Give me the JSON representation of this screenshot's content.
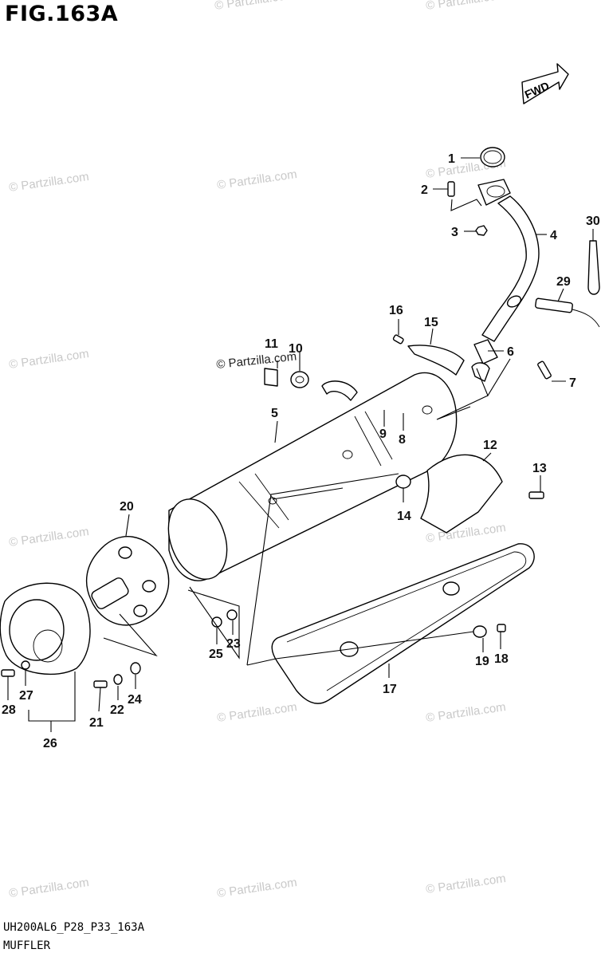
{
  "figure_title": "FIG.163A",
  "fwd_label": "FWD",
  "footer": {
    "code": "UH200AL6_P28_P33_163A",
    "name": "MUFFLER"
  },
  "watermark_text": "© Partzilla.com",
  "part_numbers": [
    "1",
    "2",
    "3",
    "4",
    "5",
    "6",
    "7",
    "8",
    "9",
    "10",
    "11",
    "12",
    "13",
    "14",
    "15",
    "16",
    "17",
    "18",
    "19",
    "20",
    "21",
    "22",
    "23",
    "24",
    "25",
    "26",
    "27",
    "28",
    "29",
    "30"
  ],
  "colors": {
    "line": "#000000",
    "watermark": "#c9c9c9",
    "background": "#ffffff"
  }
}
